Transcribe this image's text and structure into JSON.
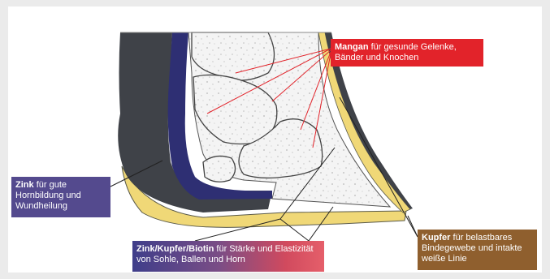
{
  "labels": {
    "mangan": {
      "keyword": "Mangan",
      "text": "für gesunde Gelenke, Bänder und Knochen",
      "color": "#e2232a"
    },
    "zink": {
      "keyword": "Zink",
      "text": "für gute Hornbildung und Wundheilung",
      "color": "#544a8e"
    },
    "mix": {
      "keyword": "Zink/Kupfer/Biotin",
      "text": "für Stärke und Elastizität von Sohle, Ballen und Horn",
      "color": "#7a4d86"
    },
    "kupfer": {
      "keyword": "Kupfer",
      "text": "für belastbares Bindegewebe und intakte weiße Linie",
      "color": "#8f5f2e"
    }
  },
  "colors": {
    "hoof_wall": "#3f4248",
    "hoof_wall_inner": "#2e2f73",
    "sole": "#f0d877",
    "bone_fill": "#f2f2f2",
    "leader_red": "#e2232a",
    "leader_dark": "#222222"
  }
}
